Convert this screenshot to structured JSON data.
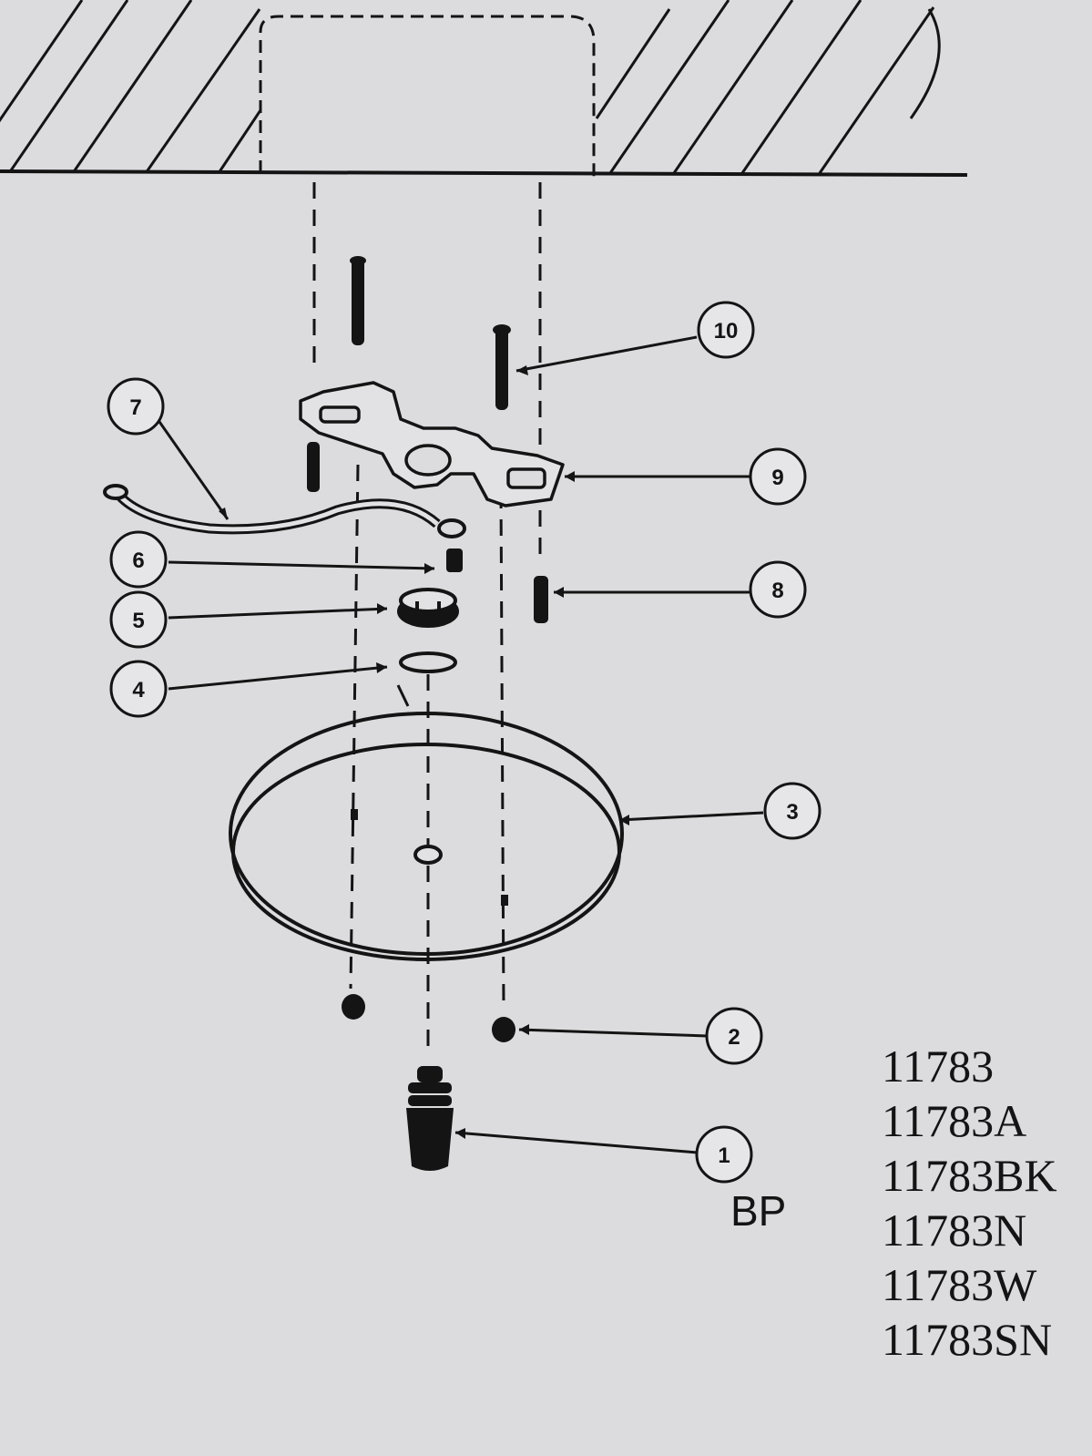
{
  "callouts": [
    {
      "n": "1",
      "label": "1"
    },
    {
      "n": "2",
      "label": "2"
    },
    {
      "n": "3",
      "label": "3"
    },
    {
      "n": "4",
      "label": "4"
    },
    {
      "n": "5",
      "label": "5"
    },
    {
      "n": "6",
      "label": "6"
    },
    {
      "n": "7",
      "label": "7"
    },
    {
      "n": "8",
      "label": "8"
    },
    {
      "n": "9",
      "label": "9"
    },
    {
      "n": "10",
      "label": "10"
    }
  ],
  "finish_label": "BP",
  "model_numbers": [
    "11783",
    "11783A",
    "11783BK",
    "11783N",
    "11783W",
    "11783SN"
  ],
  "colors": {
    "paper": "#dcdcdf",
    "ink": "#141414"
  }
}
